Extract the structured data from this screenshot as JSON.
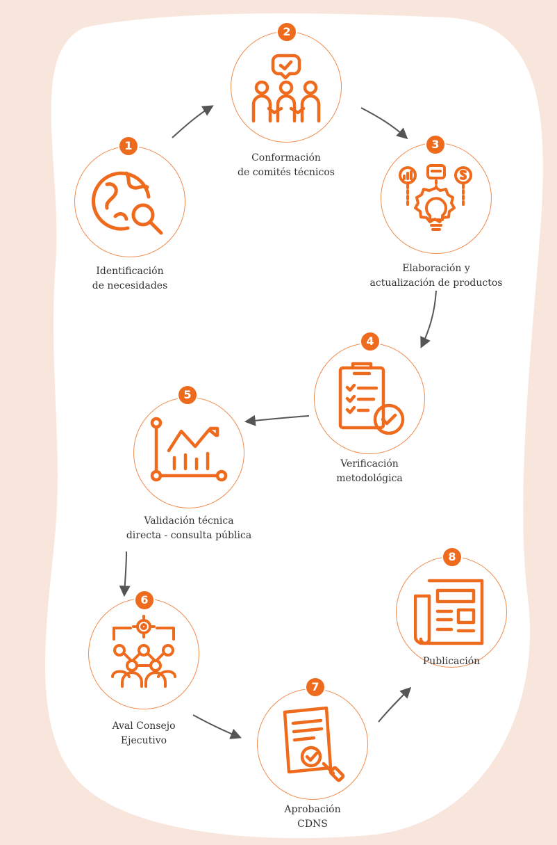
{
  "colors": {
    "accent": "#ee6a1c",
    "ring": "#f08a4b",
    "arrow": "#555555",
    "background": "#f8e6dc",
    "card": "#ffffff"
  },
  "steps": [
    {
      "number": "1",
      "label_line1": "Identificación",
      "label_line2": "de necesidades",
      "icon": "globe-search-icon"
    },
    {
      "number": "2",
      "label_line1": "Conformación",
      "label_line2": "de comités técnicos",
      "icon": "team-meeting-icon"
    },
    {
      "number": "3",
      "label_line1": "Elaboración y",
      "label_line2": "actualización de productos",
      "icon": "lightbulb-gear-icon"
    },
    {
      "number": "4",
      "label_line1": "Verificación",
      "label_line2": "metodológica",
      "icon": "clipboard-check-icon"
    },
    {
      "number": "5",
      "label_line1": "Validación técnica",
      "label_line2": "directa - consulta pública",
      "icon": "growth-chart-icon"
    },
    {
      "number": "6",
      "label_line1": "Aval Consejo",
      "label_line2": "Ejecutivo",
      "icon": "council-network-icon"
    },
    {
      "number": "7",
      "label_line1": "Aprobación",
      "label_line2": "CDNS",
      "icon": "approved-document-stamp-icon"
    },
    {
      "number": "8",
      "label_line1": "Publicación",
      "label_line2": "",
      "icon": "newspaper-icon"
    }
  ]
}
